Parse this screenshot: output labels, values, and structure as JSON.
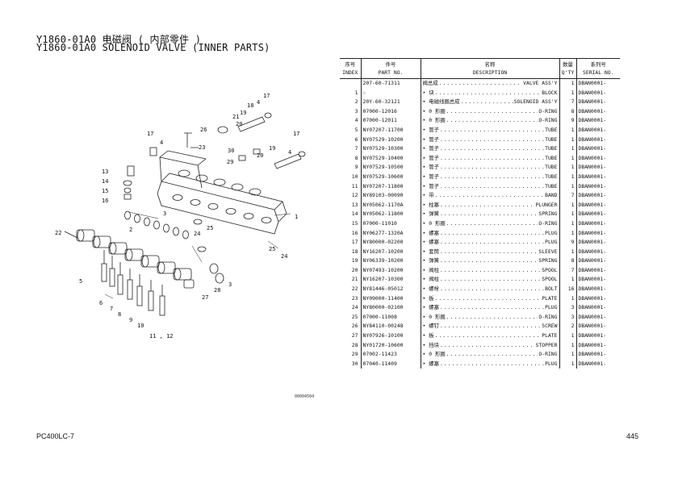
{
  "title_cn": "Y1860-01A0 电磁阀 ( 内部零件 )",
  "title_en": "Y1860-01A0 SOLENOID VALVE (INNER PARTS)",
  "diagram_code": "00004504",
  "footer_left": "PC400LC-7",
  "footer_right": "445",
  "table_headers": {
    "index_cn": "序号",
    "index_en": "INDEX",
    "part_cn": "件号",
    "part_en": "PART NO.",
    "desc_cn": "名称",
    "desc_en": "DESCRIPTION",
    "qty_cn": "数量",
    "qty_en": "Q'TY",
    "serial_cn": "系列号",
    "serial_en": "SERIAL NO."
  },
  "rows": [
    {
      "index": "",
      "part": "207-60-71311",
      "cn": "阀总成",
      "en": "VALVE ASS'Y",
      "qty": "1",
      "serial": "DBAN0001-"
    },
    {
      "index": "1",
      "part": "☆",
      "cn": "• 块",
      "en": "BLOCK",
      "qty": "1",
      "serial": "DBAN0001-"
    },
    {
      "index": "2",
      "part": "20Y-60-32121",
      "cn": "• 电磁线圈总成",
      "en": "SOLENOID ASS'Y",
      "qty": "7",
      "serial": "DBAN0001-"
    },
    {
      "index": "3",
      "part": "07000-12016",
      "cn": "• 0 形圈",
      "en": "O-RING",
      "qty": "8",
      "serial": "DBAN0001-"
    },
    {
      "index": "4",
      "part": "07000-12011",
      "cn": "• 0 形圈",
      "en": "O-RING",
      "qty": "9",
      "serial": "DBAN0001-"
    },
    {
      "index": "5",
      "part": "NY07207-11700",
      "cn": "• 管子",
      "en": "TUBE",
      "qty": "1",
      "serial": "DBAN0001-"
    },
    {
      "index": "6",
      "part": "NY07529-10200",
      "cn": "• 管子",
      "en": "TUBE",
      "qty": "1",
      "serial": "DBAN0001-"
    },
    {
      "index": "7",
      "part": "NY07529-10300",
      "cn": "• 管子",
      "en": "TUBE",
      "qty": "1",
      "serial": "DBAN0001-"
    },
    {
      "index": "8",
      "part": "NY07529-10400",
      "cn": "• 管子",
      "en": "TUBE",
      "qty": "1",
      "serial": "DBAN0001-"
    },
    {
      "index": "9",
      "part": "NY07529-10500",
      "cn": "• 管子",
      "en": "TUBE",
      "qty": "1",
      "serial": "DBAN0001-"
    },
    {
      "index": "10",
      "part": "NY07529-10600",
      "cn": "• 管子",
      "en": "TUBE",
      "qty": "1",
      "serial": "DBAN0001-"
    },
    {
      "index": "11",
      "part": "NY07207-11800",
      "cn": "• 管子",
      "en": "TUBE",
      "qty": "1",
      "serial": "DBAN0001-"
    },
    {
      "index": "12",
      "part": "NY89103-00090",
      "cn": "• 带",
      "en": "BAND",
      "qty": "7",
      "serial": "DBAN0001-"
    },
    {
      "index": "13",
      "part": "NY05062-1170A",
      "cn": "• 柱塞",
      "en": "PLUNGER",
      "qty": "1",
      "serial": "DBAN0001-"
    },
    {
      "index": "14",
      "part": "NY05062-11800",
      "cn": "• 弹簧",
      "en": "SPRING",
      "qty": "1",
      "serial": "DBAN0001-"
    },
    {
      "index": "15",
      "part": "07000-11010",
      "cn": "• 0 形圈",
      "en": "O-RING",
      "qty": "1",
      "serial": "DBAN0001-"
    },
    {
      "index": "16",
      "part": "NY06277-1320A",
      "cn": "• 螺塞",
      "en": "PLUG",
      "qty": "1",
      "serial": "DBAN0001-"
    },
    {
      "index": "17",
      "part": "NY80000-02200",
      "cn": "• 螺塞",
      "en": "PLUG",
      "qty": "9",
      "serial": "DBAN0001-"
    },
    {
      "index": "18",
      "part": "NY16207-10200",
      "cn": "• 套筒",
      "en": "SLEEVE",
      "qty": "1",
      "serial": "DBAN0001-"
    },
    {
      "index": "19",
      "part": "NY06339-10200",
      "cn": "• 弹簧",
      "en": "SPRING",
      "qty": "8",
      "serial": "DBAN0001-"
    },
    {
      "index": "20",
      "part": "NY07493-10200",
      "cn": "• 阀柱",
      "en": "SPOOL",
      "qty": "7",
      "serial": "DBAN0001-"
    },
    {
      "index": "21",
      "part": "NY16207-10300",
      "cn": "• 阀柱",
      "en": "SPOOL",
      "qty": "1",
      "serial": "DBAN0001-"
    },
    {
      "index": "22",
      "part": "NY81446-05012",
      "cn": "• 螺栓",
      "en": "BOLT",
      "qty": "16",
      "serial": "DBAN0001-"
    },
    {
      "index": "23",
      "part": "NY09000-11400",
      "cn": "• 板",
      "en": "PLATE",
      "qty": "1",
      "serial": "DBAN0001-"
    },
    {
      "index": "24",
      "part": "NY80000-02100",
      "cn": "• 螺塞",
      "en": "PLUG",
      "qty": "3",
      "serial": "DBAN0001-"
    },
    {
      "index": "25",
      "part": "07000-11008",
      "cn": "• 0 形圈",
      "en": "O-RING",
      "qty": "3",
      "serial": "DBAN0001-"
    },
    {
      "index": "26",
      "part": "NY84110-00248",
      "cn": "• 螺钉",
      "en": "SCREW",
      "qty": "2",
      "serial": "DBAN0001-"
    },
    {
      "index": "27",
      "part": "NY07926-10100",
      "cn": "• 板",
      "en": "PLATE",
      "qty": "1",
      "serial": "DBAN0001-"
    },
    {
      "index": "28",
      "part": "NY01720-10600",
      "cn": "• 挡块",
      "en": "STOPPER",
      "qty": "1",
      "serial": "DBAN0001-"
    },
    {
      "index": "29",
      "part": "07002-11423",
      "cn": "• 0 形圈",
      "en": "O-RING",
      "qty": "1",
      "serial": "DBAN0001-"
    },
    {
      "index": "30",
      "part": "07040-11409",
      "cn": "• 螺塞",
      "en": "PLUG",
      "qty": "1",
      "serial": "DBAN0001-"
    }
  ],
  "callouts": [
    "1",
    "2",
    "3",
    "4",
    "5",
    "6",
    "7",
    "8",
    "9",
    "10",
    "11 , 12",
    "13",
    "14",
    "15",
    "16",
    "17",
    "18",
    "19",
    "20",
    "21",
    "22",
    "23",
    "24",
    "25",
    "26",
    "27",
    "28",
    "29",
    "30"
  ]
}
